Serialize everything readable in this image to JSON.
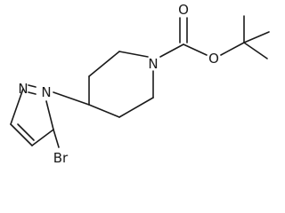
{
  "molecule": {
    "atoms": {
      "N_pyrazole_2": "N",
      "N_pyrazole_1": "N",
      "N_piperidine": "N",
      "O_carbonyl": "O",
      "O_ester": "O",
      "Br": "Br"
    }
  },
  "colors": {
    "bond": "#1a1a1a",
    "background": "#ffffff"
  }
}
